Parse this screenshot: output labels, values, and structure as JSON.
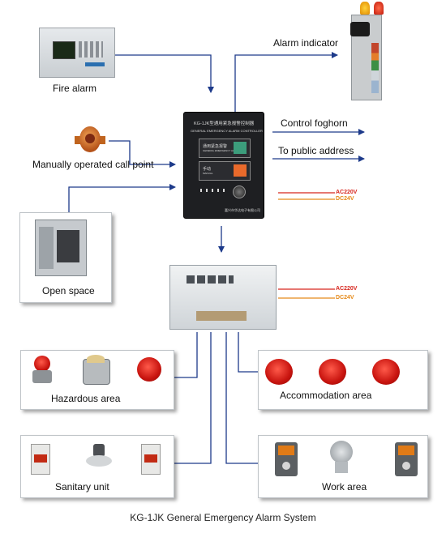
{
  "labels": {
    "fire_alarm": "Fire alarm",
    "alarm_indicator": "Alarm indicator",
    "control_foghorn": "Control foghorn",
    "to_public_address": "To public address",
    "manual_call_point": "Manually operated call point",
    "open_space": "Open space",
    "hazardous_area": "Hazardous area",
    "accommodation_area": "Accommodation area",
    "sanitary_unit": "Sanitary unit",
    "work_area": "Work area"
  },
  "power": {
    "ac": "AC220V",
    "dc": "DC24V"
  },
  "controller": {
    "model": "KG-1JK型通用紧急报警控制器",
    "subtitle": "GENERAL EMERGENCY ALARM CONTROLLER",
    "btn1_cn": "通用紧急报警",
    "btn1_en": "GENERAL EMERGENCY ALARM",
    "btn2_cn": "手动",
    "btn2_en": "MANUAL",
    "maker": "嘉兴市华达电子有限公司"
  },
  "caption": "KG-1JK General Emergency Alarm System",
  "colors": {
    "wire": "#1d3a8a",
    "ac": "#d7261e",
    "dc": "#e58a1a",
    "controller_bg": "#1e1f22"
  },
  "icons": {
    "arrow": "arrowhead",
    "alarm_bell": "red-bell",
    "beacon": "amber-beacon"
  }
}
